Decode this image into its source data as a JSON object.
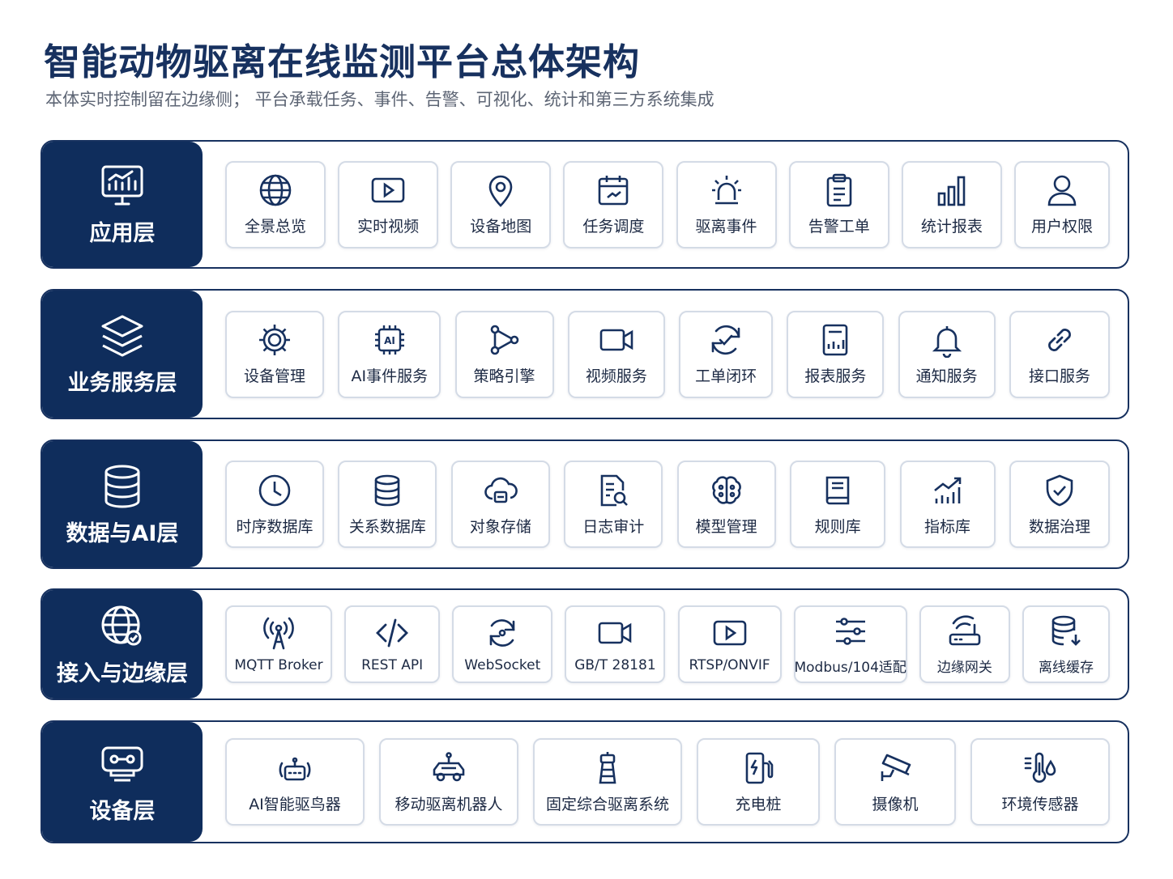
{
  "title": "智能动物驱离在线监测平台总体架构",
  "subtitle": "本体实时控制留在边缘侧；  平台承载任务、事件、告警、可视化、统计和第三方系统集成",
  "colors": {
    "primary": "#0f2d5c",
    "card_border": "#d4dbe6"
  },
  "layers": [
    {
      "name": "应用层",
      "icon": "dashboard-monitor-icon",
      "items": [
        {
          "label": "全景总览",
          "icon": "globe-icon"
        },
        {
          "label": "实时视频",
          "icon": "play-video-icon"
        },
        {
          "label": "设备地图",
          "icon": "map-pin-icon"
        },
        {
          "label": "任务调度",
          "icon": "calendar-icon"
        },
        {
          "label": "驱离事件",
          "icon": "alarm-light-icon"
        },
        {
          "label": "告警工单",
          "icon": "clipboard-icon"
        },
        {
          "label": "统计报表",
          "icon": "bar-chart-icon"
        },
        {
          "label": "用户权限",
          "icon": "user-icon"
        }
      ]
    },
    {
      "name": "业务服务层",
      "icon": "layers-icon",
      "items": [
        {
          "label": "设备管理",
          "icon": "gear-icon"
        },
        {
          "label": "AI事件服务",
          "icon": "ai-chip-icon"
        },
        {
          "label": "策略引擎",
          "icon": "flow-nodes-icon"
        },
        {
          "label": "视频服务",
          "icon": "video-camera-icon"
        },
        {
          "label": "工单闭环",
          "icon": "cycle-check-icon"
        },
        {
          "label": "报表服务",
          "icon": "report-icon"
        },
        {
          "label": "通知服务",
          "icon": "bell-icon"
        },
        {
          "label": "接口服务",
          "icon": "link-icon"
        }
      ]
    },
    {
      "name": "数据与AI层",
      "icon": "database-icon",
      "items": [
        {
          "label": "时序数据库",
          "icon": "clock-icon"
        },
        {
          "label": "关系数据库",
          "icon": "database-icon"
        },
        {
          "label": "对象存储",
          "icon": "cloud-storage-icon"
        },
        {
          "label": "日志审计",
          "icon": "document-search-icon"
        },
        {
          "label": "模型管理",
          "icon": "brain-icon"
        },
        {
          "label": "规则库",
          "icon": "book-icon"
        },
        {
          "label": "指标库",
          "icon": "trend-chart-icon"
        },
        {
          "label": "数据治理",
          "icon": "shield-check-icon"
        }
      ]
    },
    {
      "name": "接入与边缘层",
      "icon": "globe-network-icon",
      "items": [
        {
          "label": "MQTT Broker",
          "icon": "antenna-icon"
        },
        {
          "label": "REST API",
          "icon": "code-icon"
        },
        {
          "label": "WebSocket",
          "icon": "sync-icon"
        },
        {
          "label": "GB/T 28181",
          "icon": "video-camera-icon"
        },
        {
          "label": "RTSP/ONVIF",
          "icon": "play-video-icon"
        },
        {
          "label": "Modbus/104适配",
          "icon": "sliders-icon"
        },
        {
          "label": "边缘网关",
          "icon": "router-icon"
        },
        {
          "label": "离线缓存",
          "icon": "database-download-icon"
        }
      ]
    },
    {
      "name": "设备层",
      "icon": "robot-device-icon",
      "items": [
        {
          "label": "AI智能驱鸟器",
          "icon": "bird-repeller-icon"
        },
        {
          "label": "移动驱离机器人",
          "icon": "robot-car-icon"
        },
        {
          "label": "固定综合驱离系统",
          "icon": "tower-icon"
        },
        {
          "label": "充电桩",
          "icon": "charger-icon"
        },
        {
          "label": "摄像机",
          "icon": "cctv-camera-icon"
        },
        {
          "label": "环境传感器",
          "icon": "thermometer-icon"
        }
      ]
    }
  ]
}
